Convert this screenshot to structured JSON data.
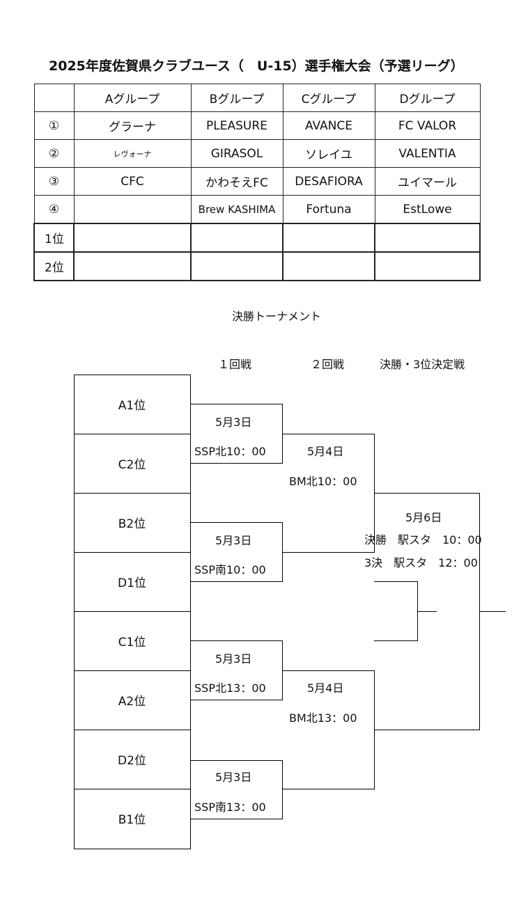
{
  "title": "2025年度佐賀県クラブユース（　U-15）選手権大会（予選リーグ）",
  "league": {
    "headers": [
      "",
      "Aグループ",
      "Bグループ",
      "Cグループ",
      "Dグループ"
    ],
    "rows": [
      [
        "①",
        "グラーナ",
        "PLEASURE",
        "AVANCE",
        "FC VALOR"
      ],
      [
        "②",
        "レヴォーナ",
        "GIRASOL",
        "ソレイユ",
        "VALENTIA"
      ],
      [
        "③",
        "CFC",
        "かわそえFC",
        "DESAFIORA",
        "ユイマール"
      ],
      [
        "④",
        "",
        "Brew KASHIMA",
        "Fortuna",
        "EstLowe"
      ],
      [
        "1位",
        "",
        "",
        "",
        ""
      ],
      [
        "2位",
        "",
        "",
        "",
        ""
      ]
    ]
  },
  "bracket": {
    "title": "決勝トーナメント",
    "round_headers": [
      "１回戦",
      "２回戦",
      "決勝・3位決定戦"
    ],
    "teams": [
      "A1位",
      "C2位",
      "B2位",
      "D1位",
      "C1位",
      "A2位",
      "D2位",
      "B1位"
    ],
    "round1": [
      {
        "date": "5月3日",
        "info": "SSP北10：00"
      },
      {
        "date": "5月3日",
        "info": "SSP南10：00"
      },
      {
        "date": "5月3日",
        "info": "SSP北13：00"
      },
      {
        "date": "5月3日",
        "info": "SSP南13：00"
      }
    ],
    "round2": [
      {
        "date": "5月4日",
        "info": "BM北10：00"
      },
      {
        "date": "5月4日",
        "info": "BM北13：00"
      }
    ],
    "final": {
      "date": "5月6日",
      "line1": "決勝　駅スタ　10：00",
      "line2": "3決　駅スタ　12：00"
    }
  }
}
